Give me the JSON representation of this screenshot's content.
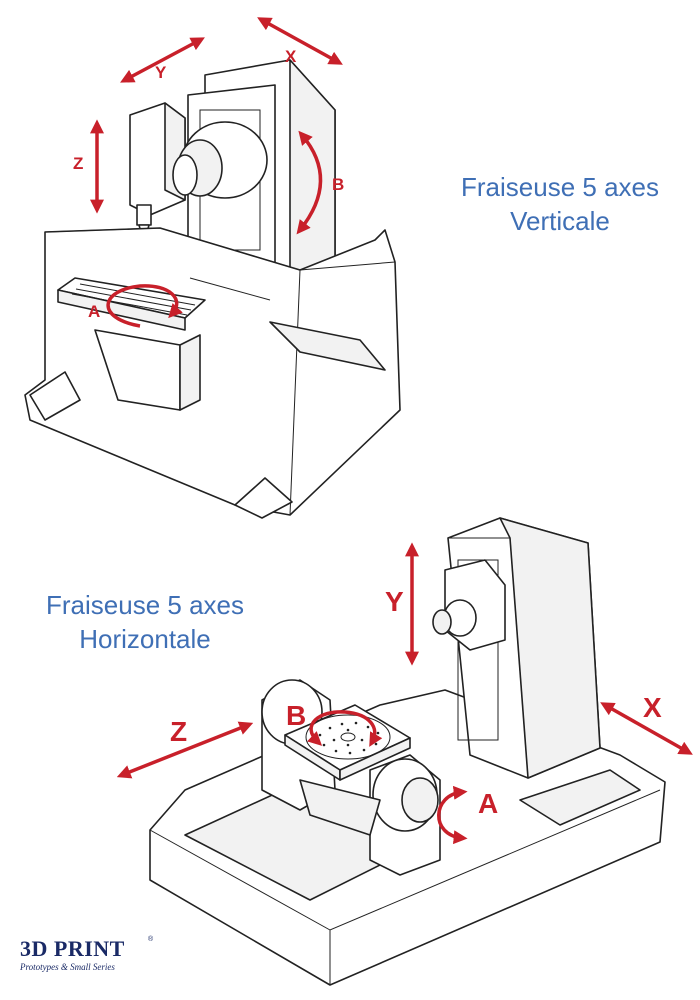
{
  "captions": {
    "vertical": {
      "line1": "Fraiseuse 5 axes",
      "line2": "Verticale"
    },
    "horizontal": {
      "line1": "Fraiseuse 5 axes",
      "line2": "Horizontale"
    }
  },
  "vertical_machine_axes": {
    "x": "X",
    "y": "Y",
    "z": "Z",
    "b": "B",
    "a": "A"
  },
  "horizontal_machine_axes": {
    "x": "X",
    "y": "Y",
    "z": "Z",
    "b": "B",
    "a": "A"
  },
  "logo": {
    "main": "3D PRINT",
    "registered": "®",
    "subtitle": "Prototypes & Small Series"
  },
  "colors": {
    "caption": "#3f6fb5",
    "axis_arrows": "#c8202a",
    "logo": "#1a2a66",
    "line_art": "#222222"
  }
}
